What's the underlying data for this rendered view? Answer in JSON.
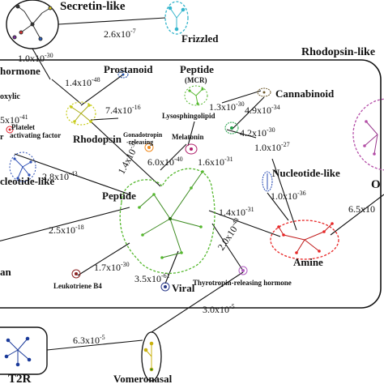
{
  "groups": {
    "secretin": "Secretin-like",
    "frizzled": "Frizzled",
    "rhodopsin_like": "Rhodopsin-like",
    "hormone": "hormone",
    "prostanoid": "Prostanoid",
    "peptide_mcr": "Peptide",
    "mcr": "(MCR)",
    "cannabinoid": "Cannabinoid",
    "lysosphingolipid": "Lysosphingolipid",
    "oxylic": "oxylic",
    "r_frag": "r",
    "platelet": "Platelet",
    "paf": "activating factor",
    "rhodopsin": "Rhodopsin",
    "gonadotropin": "Gonadotropin",
    "releasing": "-releasing",
    "melatonin": "Melatonin",
    "nucleotide_like_left": "cleotide-like",
    "nucleotide_like_right": "Nucleotide-like",
    "peptide": "Peptide",
    "amine": "Amine",
    "o_frag": "O",
    "an_frag": "an",
    "leukotriene": "Leukotriene B4",
    "viral": "Viral",
    "trh": "Thyrotropin-releasing hormone",
    "t2r": "T2R",
    "vomeronasal": "Vomeronasal"
  },
  "edges": [
    {
      "base": "2.6x10",
      "exp": "-7"
    },
    {
      "base": "1.0x10",
      "exp": "-30"
    },
    {
      "base": "1.4x10",
      "exp": "-48"
    },
    {
      "base": "7.4x10",
      "exp": "-16"
    },
    {
      "base": "1.3x10",
      "exp": "-30"
    },
    {
      "base": "4.9x10",
      "exp": "-34"
    },
    {
      "base": "4.2x10",
      "exp": "-30"
    },
    {
      "base": "1.0x10",
      "exp": "-27"
    },
    {
      "base": "6.0x10",
      "exp": "-40"
    },
    {
      "base": "1.6x10",
      "exp": "-31"
    },
    {
      "base": "1.4x10",
      "exp": "-31"
    },
    {
      "base": "2.8x10",
      "exp": "-43"
    },
    {
      "base": "5x10",
      "exp": "-41"
    },
    {
      "base": "1.0x10",
      "exp": "-36"
    },
    {
      "base": "6.5x10",
      "exp": ""
    },
    {
      "base": "1.4x10",
      "exp": "-31"
    },
    {
      "base": "2.0x10",
      "exp": "-43"
    },
    {
      "base": "2.5x10",
      "exp": "-18"
    },
    {
      "base": "1.7x10",
      "exp": "-30"
    },
    {
      "base": "3.5x10",
      "exp": "-61"
    },
    {
      "base": "3.0x10",
      "exp": "-5"
    },
    {
      "base": "6.3x10",
      "exp": "-5"
    }
  ],
  "colors": {
    "secretin": "#333333",
    "frizzled": "#35b5cc",
    "prostanoid": "#1f4fa8",
    "rhodopsin": "#c8cc1a",
    "peptide": "#55b82e",
    "cannabinoid": "#6e5a2c",
    "lysosphingolipid": "#22a14a",
    "melatonin": "#b0206c",
    "platelet": "#e01f2a",
    "gonadotropin": "#f08a1c",
    "nucleotide": "#2d4fb5",
    "amine": "#e82626",
    "olfactory": "#b54ea8",
    "leukotriene": "#8b2222",
    "viral": "#2a3a8a",
    "trh": "#b05cc0",
    "t2r": "#1a3a9a",
    "vomeronasal": "#c9b10f",
    "mcr": "#55b82e"
  }
}
